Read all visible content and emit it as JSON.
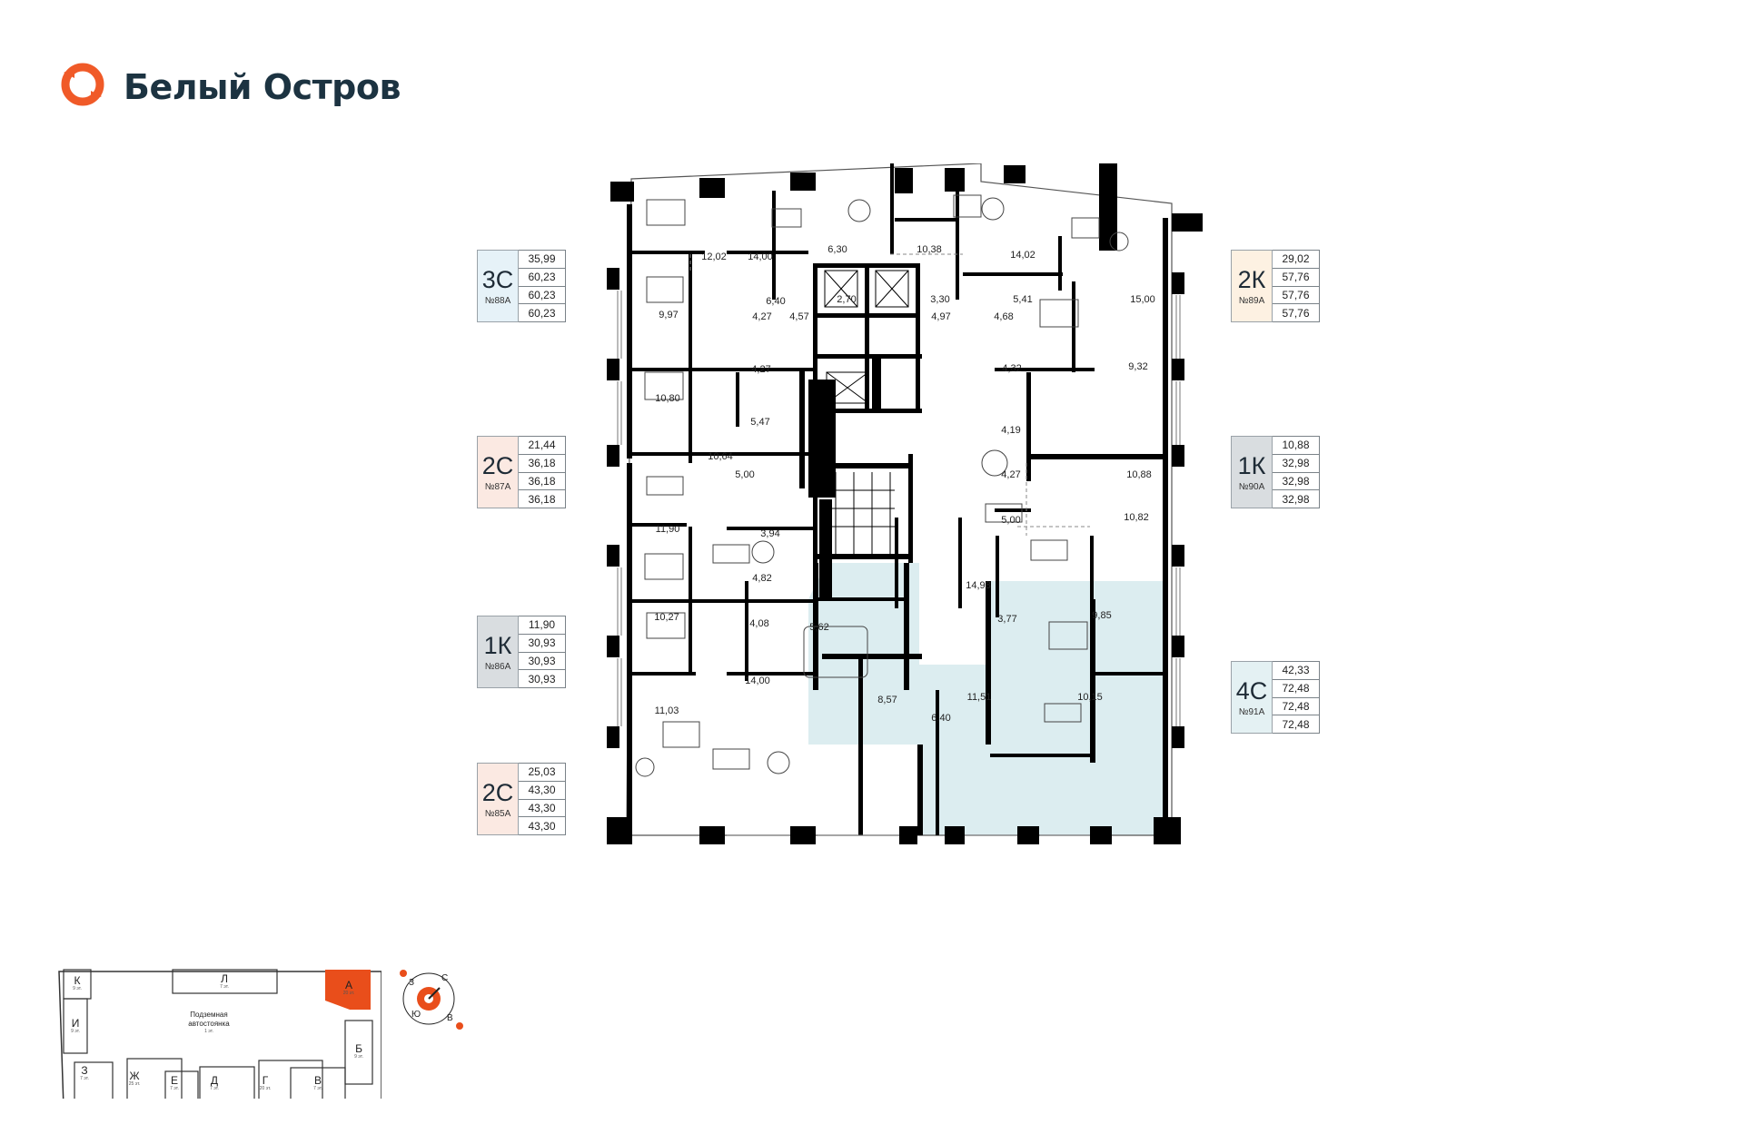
{
  "brand": {
    "name": "Белый Остров",
    "logo_color": "#f05a28",
    "text_color": "#1c3341"
  },
  "colors": {
    "highlight_unit": "#dcedf0",
    "card_3c": "#e6f2f8",
    "card_2k": "#fdf1e2",
    "card_2c": "#fbe9e2",
    "card_1k": "#d9dde0",
    "card_4c": "#e4f1f3",
    "wall": "#000000",
    "site_selected": "#e94e1b"
  },
  "apartments": [
    {
      "id": "3c",
      "type": "3С",
      "number": "№88А",
      "areas": [
        "35,99",
        "60,23",
        "60,23",
        "60,23"
      ]
    },
    {
      "id": "2c-87",
      "type": "2С",
      "number": "№87А",
      "areas": [
        "21,44",
        "36,18",
        "36,18",
        "36,18"
      ]
    },
    {
      "id": "1k-86",
      "type": "1К",
      "number": "№86А",
      "areas": [
        "11,90",
        "30,93",
        "30,93",
        "30,93"
      ]
    },
    {
      "id": "2c-85",
      "type": "2С",
      "number": "№85А",
      "areas": [
        "25,03",
        "43,30",
        "43,30",
        "43,30"
      ]
    },
    {
      "id": "2k",
      "type": "2К",
      "number": "№89А",
      "areas": [
        "29,02",
        "57,76",
        "57,76",
        "57,76"
      ]
    },
    {
      "id": "1k-90",
      "type": "1К",
      "number": "№90А",
      "areas": [
        "10,88",
        "32,98",
        "32,98",
        "32,98"
      ]
    },
    {
      "id": "4c",
      "type": "4С",
      "number": "№91А",
      "areas": [
        "42,33",
        "72,48",
        "72,48",
        "72,48"
      ]
    }
  ],
  "rooms": [
    "12,02",
    "14,00",
    "6,30",
    "10,38",
    "14,02",
    "15,00",
    "6,40",
    "2,70",
    "3,30",
    "5,41",
    "9,97",
    "4,27",
    "4,57",
    "4,97",
    "4,68",
    "10,80",
    "4,27",
    "4,32",
    "9,32",
    "5,47",
    "4,19",
    "10,64",
    "5,00",
    "4,27",
    "10,88",
    "11,90",
    "3,94",
    "5,00",
    "10,82",
    "4,82",
    "14,98",
    "10,27",
    "4,08",
    "5,62",
    "3,77",
    "9,85",
    "11,03",
    "14,00",
    "8,57",
    "6,40",
    "11,51",
    "10,15"
  ],
  "siteplan": {
    "blocks": [
      {
        "letter": "К",
        "floors": "9 эт."
      },
      {
        "letter": "Л",
        "floors": "7 эт."
      },
      {
        "letter": "А",
        "floors": "20 эт."
      },
      {
        "letter": "И",
        "floors": "9 эт."
      },
      {
        "letter": "Б",
        "floors": "9 эт."
      },
      {
        "letter": "З",
        "floors": "7 эт."
      },
      {
        "letter": "Ж",
        "floors": "25 эт."
      },
      {
        "letter": "Е",
        "floors": "7 эт."
      },
      {
        "letter": "Д",
        "floors": "7 эт."
      },
      {
        "letter": "Г",
        "floors": "20 эт."
      },
      {
        "letter": "В",
        "floors": "7 эт."
      }
    ],
    "parking_label": [
      "Подземная",
      "автостоянка"
    ],
    "parking_floors": "1 эт."
  },
  "compass": {
    "n": "С",
    "w": "З",
    "s": "Ю",
    "e": "В"
  }
}
